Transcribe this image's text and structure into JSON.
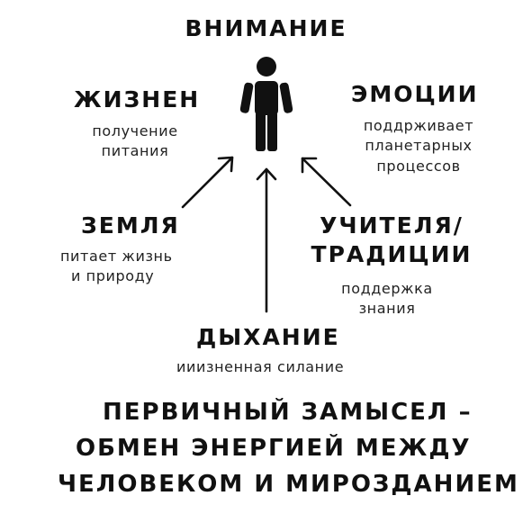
{
  "attention": {
    "title": "ВНИМАНИЕ"
  },
  "life": {
    "title": "ЖИЗНЕН",
    "desc_line1": "получение",
    "desc_line2": "питания"
  },
  "emotions": {
    "title": "ЭМОЦИИ",
    "desc_line1": "поддрживает",
    "desc_line2": "планетарных",
    "desc_line3": "процессов"
  },
  "earth": {
    "title": "ЗЕМЛЯ",
    "desc_line1": "питает жизнь",
    "desc_line2": "и природу"
  },
  "teachers": {
    "title_line1": "УЧИТЕЛЯ/",
    "title_line2": "ТРАДИЦИИ",
    "desc_line1": "поддержка",
    "desc_line2": "знания"
  },
  "breath": {
    "title": "ДЫХАНИЕ",
    "desc": "ииизненная силание"
  },
  "footer": {
    "line1": "ПЕРВИЧНЫЙ ЗАМЫСЕЛ –",
    "line2": "ОБМЕН ЭНЕРГИЕЙ МЕЖДУ",
    "line3": "ЧЕЛОВЕКОМ И МИРОЗДАНИЕМ"
  },
  "colors": {
    "ink": "#111111",
    "background": "#ffffff"
  },
  "icons": {
    "center_figure": "person-icon"
  }
}
